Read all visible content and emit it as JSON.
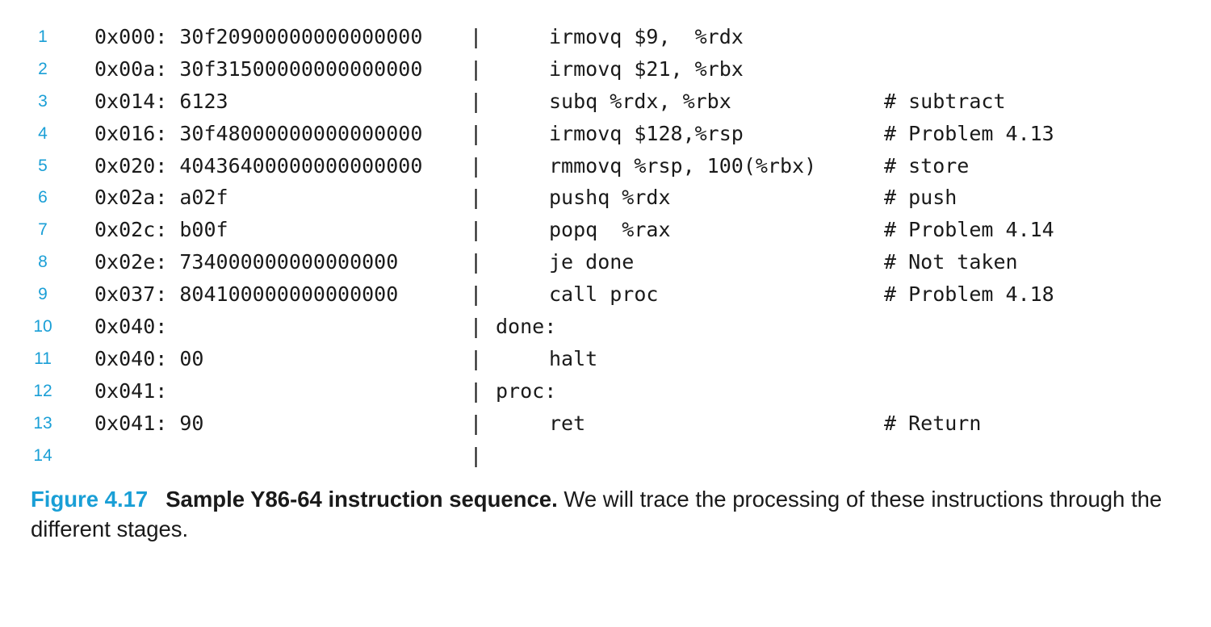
{
  "listing": [
    {
      "line": "1",
      "code": "0x000: 30f20900000000000000",
      "bar": "|",
      "label": "",
      "instr": "irmovq $9,  %rdx",
      "comment": ""
    },
    {
      "line": "2",
      "code": "0x00a: 30f31500000000000000",
      "bar": "|",
      "label": "",
      "instr": "irmovq $21, %rbx",
      "comment": ""
    },
    {
      "line": "3",
      "code": "0x014: 6123",
      "bar": "|",
      "label": "",
      "instr": "subq %rdx, %rbx",
      "comment": "# subtract"
    },
    {
      "line": "4",
      "code": "0x016: 30f48000000000000000",
      "bar": "|",
      "label": "",
      "instr": "irmovq $128,%rsp",
      "comment": "# Problem 4.13"
    },
    {
      "line": "5",
      "code": "0x020: 40436400000000000000",
      "bar": "|",
      "label": "",
      "instr": "rmmovq %rsp, 100(%rbx)",
      "comment": "# store"
    },
    {
      "line": "6",
      "code": "0x02a: a02f",
      "bar": "|",
      "label": "",
      "instr": "pushq %rdx",
      "comment": "# push"
    },
    {
      "line": "7",
      "code": "0x02c: b00f",
      "bar": "|",
      "label": "",
      "instr": "popq  %rax",
      "comment": "# Problem 4.14"
    },
    {
      "line": "8",
      "code": "0x02e: 734000000000000000",
      "bar": "|",
      "label": "",
      "instr": "je done",
      "comment": "# Not taken"
    },
    {
      "line": "9",
      "code": "0x037: 804100000000000000",
      "bar": "|",
      "label": "",
      "instr": "call proc",
      "comment": "# Problem 4.18"
    },
    {
      "line": "10",
      "code": "0x040:",
      "bar": "|",
      "label": "done:",
      "instr": "",
      "comment": ""
    },
    {
      "line": "11",
      "code": "0x040: 00",
      "bar": "|",
      "label": "",
      "instr": "halt",
      "comment": ""
    },
    {
      "line": "12",
      "code": "0x041:",
      "bar": "|",
      "label": "proc:",
      "instr": "",
      "comment": ""
    },
    {
      "line": "13",
      "code": "0x041: 90",
      "bar": "|",
      "label": "",
      "instr": "ret",
      "comment": "# Return"
    },
    {
      "line": "14",
      "code": "",
      "bar": "|",
      "label": "",
      "instr": "",
      "comment": ""
    }
  ],
  "caption": {
    "number": "Figure 4.17",
    "title": "Sample Y86-64 instruction sequence.",
    "text": " We will trace the processing of these instructions through the different stages."
  },
  "colors": {
    "accent": "#1a9fd6",
    "text": "#1a1a1a"
  }
}
